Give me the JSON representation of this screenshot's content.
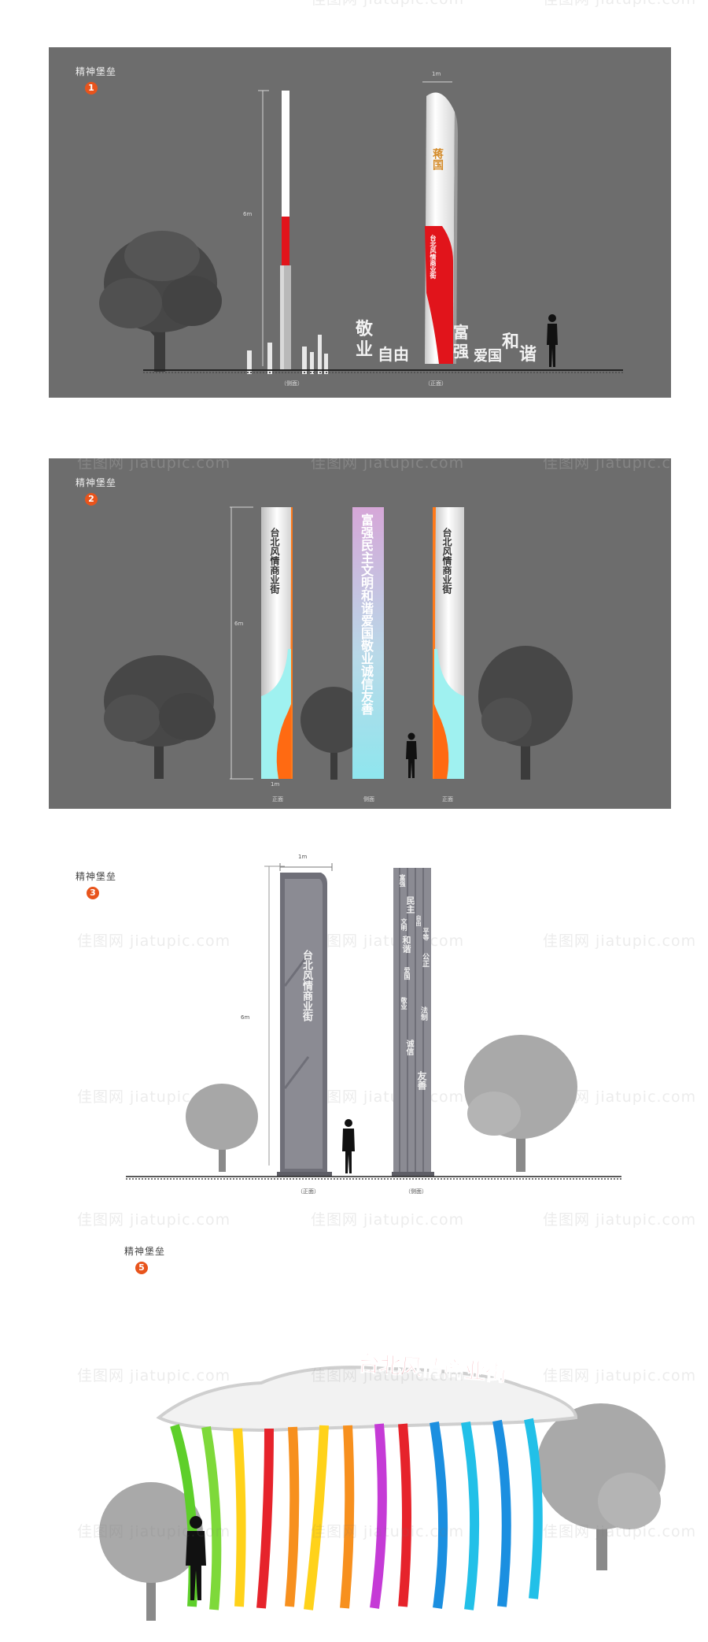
{
  "watermark": "佳图网 jiatupic.com",
  "sections": [
    {
      "title": "精神堡垒",
      "number": "1",
      "dimension_top": "1m",
      "dimension_height": "6m",
      "pillar_brand": "蒋国",
      "pillar_name": "台北风情商业街",
      "ground_words": [
        "敬",
        "业",
        "自由",
        "富",
        "强",
        "爱国",
        "和",
        "谐"
      ],
      "view_side": "（侧面）",
      "view_front": "（正面）"
    },
    {
      "title": "精神堡垒",
      "number": "2",
      "dimension_height": "6m",
      "dimension_bottom": "1m",
      "pillar_name": "台北风情商业街",
      "values_text": "富强民主文明和谐爱国敬业诚信友善",
      "view_front": "正面",
      "view_side": "侧面"
    },
    {
      "title": "精神堡垒",
      "number": "3",
      "dimension_top": "1m",
      "dimension_height": "6m",
      "pillar_name": "台北风情商业街",
      "values_words": [
        "富强",
        "民主",
        "文明",
        "和谐",
        "爱国",
        "敬业",
        "诚信",
        "友善",
        "自由",
        "平等",
        "公正",
        "法制"
      ],
      "view_front": "（正面）",
      "view_side": "（侧面）"
    },
    {
      "title": "精神堡垒",
      "number": "5",
      "sign_text": "台北风情商业街",
      "arch_colors": [
        "#5ecf2a",
        "#ffd21a",
        "#f7901e",
        "#e6232b",
        "#c53bd6",
        "#1b8fe0",
        "#22c0e8"
      ]
    }
  ]
}
